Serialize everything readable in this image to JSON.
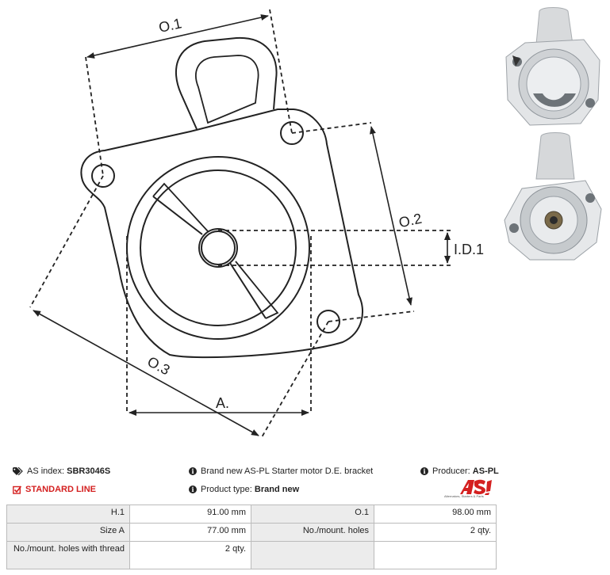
{
  "drawing": {
    "labels": {
      "o1": "O.1",
      "o2": "O.2",
      "o3": "O.3",
      "id1": "I.D.1",
      "a": "A."
    }
  },
  "info": {
    "as_index_label": "AS index:",
    "as_index_value": "SBR3046S",
    "standard_line": "STANDARD LINE",
    "description": "Brand new AS-PL Starter motor D.E. bracket",
    "product_type_label": "Product type:",
    "product_type_value": "Brand new",
    "producer_label": "Producer:",
    "producer_value": "AS-PL"
  },
  "logo": {
    "text": "AS",
    "tagline": "Alternators, Starters & Parts",
    "color": "#d42020"
  },
  "specs": {
    "rows": [
      {
        "label1": "H.1",
        "value1": "91.00 mm",
        "label2": "O.1",
        "value2": "98.00 mm"
      },
      {
        "label1": "Size A",
        "value1": "77.00 mm",
        "label2": "No./mount. holes",
        "value2": "2 qty."
      },
      {
        "label1": "No./mount. holes with thread",
        "value1": "2 qty.",
        "label2": "",
        "value2": ""
      }
    ]
  },
  "icons": {
    "tag": "tag-icon",
    "info": "info-icon",
    "check": "checkbox-icon"
  }
}
